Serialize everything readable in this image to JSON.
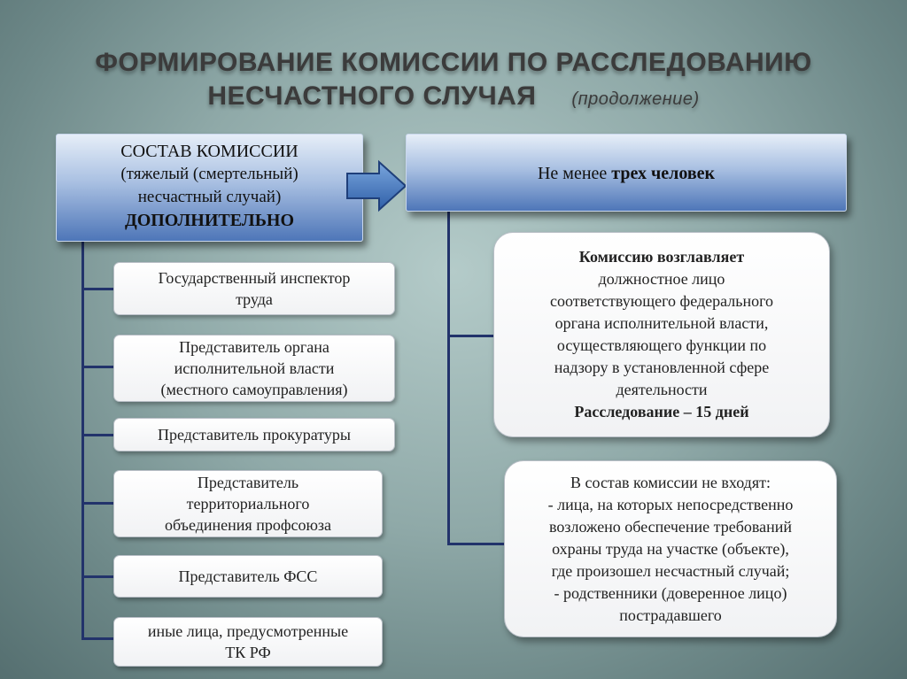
{
  "title": {
    "line1": "ФОРМИРОВАНИЕ КОМИССИИ ПО РАССЛЕДОВАНИЮ",
    "line2": "НЕСЧАСТНОГО СЛУЧАЯ",
    "sub": "(продолжение)"
  },
  "left_header": {
    "line1": "СОСТАВ КОМИССИИ",
    "line2": "(тяжелый (смертельный)",
    "line3": "несчастный случай)",
    "line4": "ДОПОЛНИТЕЛЬНО"
  },
  "right_header": {
    "prefix": "Не менее",
    "bold": "трех человек"
  },
  "left_items": [
    {
      "l1": "Государственный инспектор",
      "l2": "труда"
    },
    {
      "l1": "Представитель органа",
      "l2": "исполнительной  власти",
      "l3": "(местного самоуправления)"
    },
    {
      "l1": "Представитель прокуратуры"
    },
    {
      "l1": "Представитель",
      "l2": "территориального",
      "l3": "объединения профсоюза"
    },
    {
      "l1": "Представитель ФСС"
    },
    {
      "l1": "иные лица, предусмотренные",
      "l2": "ТК РФ"
    }
  ],
  "right_box1": {
    "l1": "Комиссию возглавляет",
    "l2": "должностное лицо",
    "l3": "соответствующего федерального",
    "l4": "органа исполнительной власти,",
    "l5": "осуществляющего функции по",
    "l6": "надзору в установленной сфере",
    "l7": "деятельности",
    "l8": "Расследование – 15 дней"
  },
  "right_box2": {
    "l1": "В состав комиссии не входят:",
    "l2": "- лица, на которых непосредственно",
    "l3": "возложено обеспечение требований",
    "l4": "охраны труда на участке (объекте),",
    "l5": "где произошел несчастный случай;",
    "l6": "- родственники (доверенное лицо)",
    "l7": "пострадавшего"
  }
}
